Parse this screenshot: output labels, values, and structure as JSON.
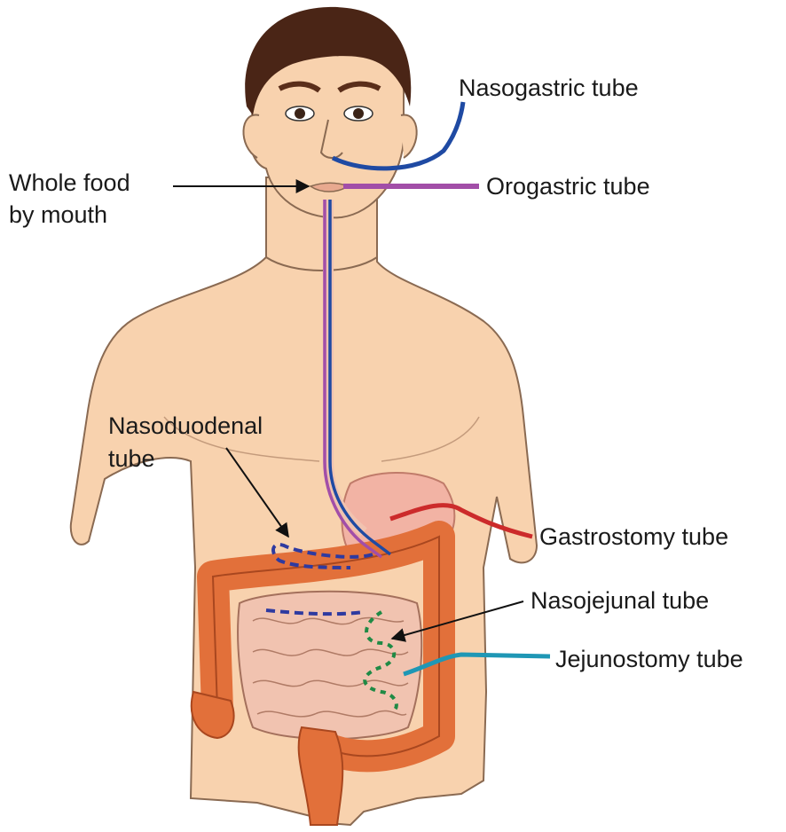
{
  "labels": {
    "nasogastric": "Nasogastric tube",
    "orogastric": "Orogastric tube",
    "whole_food_line1": "Whole food",
    "whole_food_line2": "by mouth",
    "nasoduodenal_line1": "Nasoduodenal",
    "nasoduodenal_line2": "tube",
    "gastrostomy": "Gastrostomy tube",
    "nasojejunal": "Nasojejunal tube",
    "jejunostomy": "Jejunostomy tube"
  },
  "colors": {
    "skin": "#f8d2ae",
    "skin_outline": "#8a6a52",
    "hair": "#4a2516",
    "stomach": "#f2b3a4",
    "colon": "#e2703a",
    "small_intestine": "#f1c3b0",
    "nasogastric_tube": "#1f4aa3",
    "orogastric_tube": "#a24ea8",
    "nasoduodenal_tube": "#2e3aa0",
    "gastrostomy_tube": "#cc2b2b",
    "nasojejunal_tube": "#1f8a45",
    "jejunostomy_tube": "#1f97b5"
  }
}
